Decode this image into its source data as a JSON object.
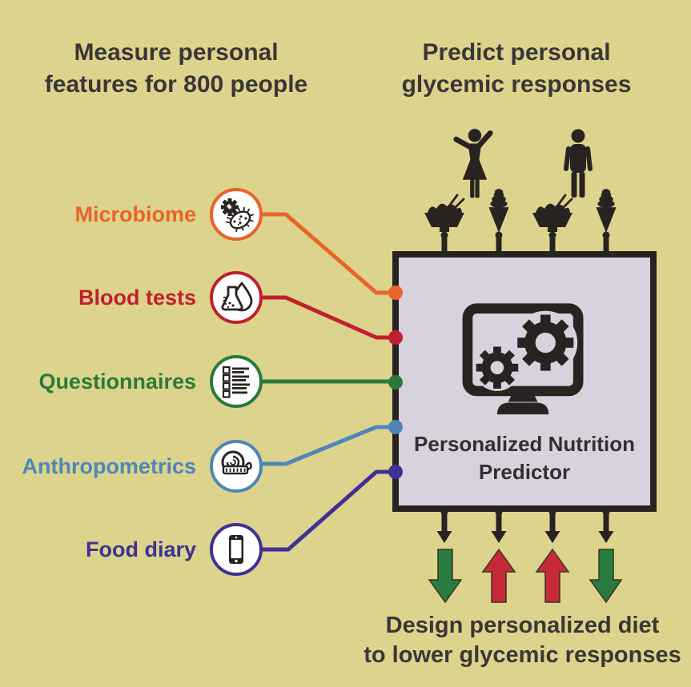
{
  "figure": {
    "type": "scientific-diagram",
    "topic": "personalized nutrition prediction workflow"
  },
  "colors": {
    "background": "#dcd48c",
    "box_fill": "#d8d2de",
    "outline_black": "#282321",
    "title_text": "#3a3637",
    "microbiome_orange": "#e9632b",
    "blood_red": "#c0202f",
    "questionnaire_green": "#2b7a3c",
    "anthropometrics_blue": "#4f86ba",
    "food_diary_indigo": "#3f3193",
    "arrow_green": "#2a7c3e",
    "arrow_red": "#c62a39"
  },
  "titles": {
    "left_line1": "Measure personal",
    "left_line2": "features for 800 people",
    "right_line1": "Predict personal",
    "right_line2": "glycemic responses",
    "bottom_line1": "Design personalized diet",
    "bottom_line2": "to lower glycemic responses"
  },
  "features": [
    {
      "label": "Microbiome",
      "color": "#e9632b",
      "icon": "microbe-icon"
    },
    {
      "label": "Blood tests",
      "color": "#c0202f",
      "icon": "blood-drop-flask-icon"
    },
    {
      "label": "Questionnaires",
      "color": "#2b7a3c",
      "icon": "checklist-icon"
    },
    {
      "label": "Anthropometrics",
      "color": "#4f86ba",
      "icon": "measuring-tape-icon"
    },
    {
      "label": "Food diary",
      "color": "#3f3193",
      "icon": "smartphone-icon"
    }
  ],
  "predictor_box": {
    "label_line1": "Personalized Nutrition",
    "label_line2": "Predictor",
    "icon": "computer-gears-icon"
  },
  "top_icons": [
    "person-female",
    "noodle-bowl",
    "ice-cream-cone",
    "person-male",
    "noodle-bowl",
    "ice-cream-cone"
  ],
  "output_arrows": [
    "down-green",
    "up-red",
    "up-red",
    "down-green"
  ]
}
